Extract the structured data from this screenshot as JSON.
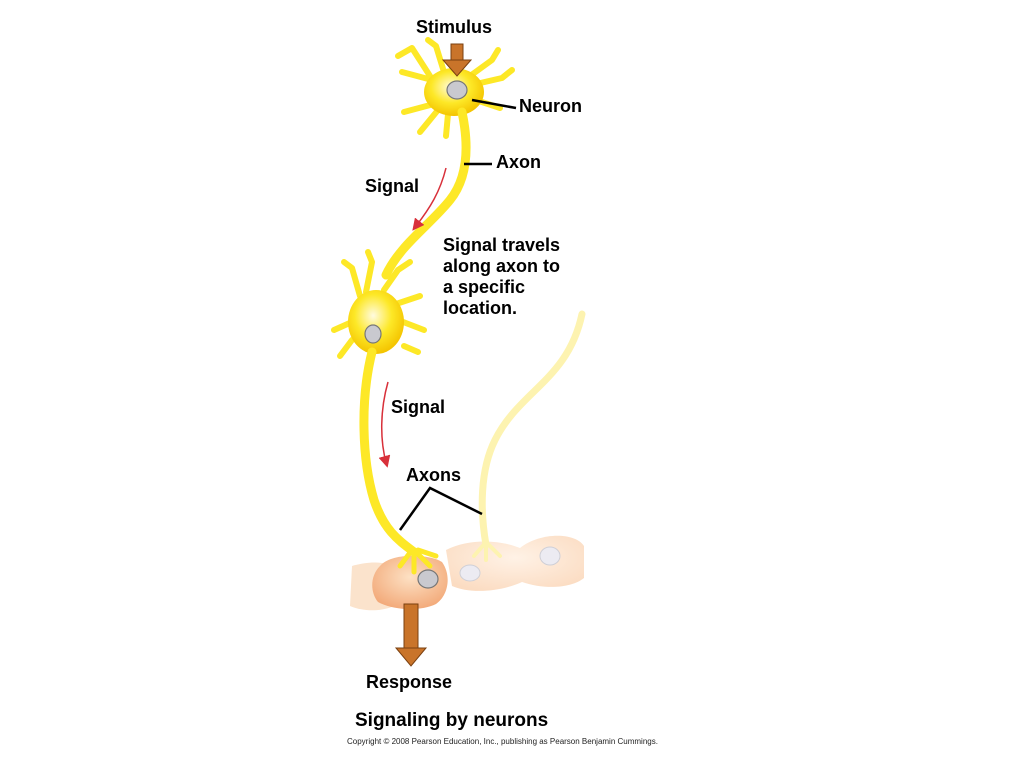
{
  "diagram": {
    "title": "Signaling by neurons",
    "copyright": "Copyright © 2008 Pearson Education, Inc., publishing as Pearson Benjamin Cummings.",
    "labels": {
      "stimulus": "Stimulus",
      "neuron": "Neuron",
      "axon": "Axon",
      "signal_1": "Signal",
      "signal_2": "Signal",
      "axons": "Axons",
      "response": "Response"
    },
    "description_lines": [
      "Signal travels",
      "along axon to",
      "a specific",
      "location."
    ],
    "colors": {
      "neuron_fill": "#fde827",
      "neuron_faded": "#fdf3b0",
      "target_cell": "#f7c49a",
      "target_cell_faded": "#fbe3cc",
      "nucleus": "#c9c9cf",
      "arrow_brown": "#c9742a",
      "signal_arrow": "#d8303a"
    }
  }
}
